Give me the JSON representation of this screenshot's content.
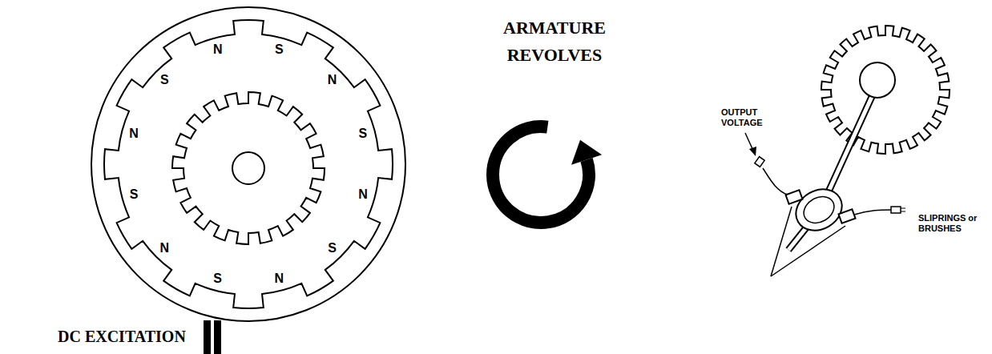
{
  "diagram": {
    "labels": [
      "N",
      "S",
      "S",
      "N",
      "N",
      "S",
      "S",
      "N",
      "N",
      "S",
      "S",
      "N",
      "ARMATURE REVOLVES",
      "OUTPUT VOLTAGE",
      "SLIPRINGS or BRUSHES",
      "DC EXCITATION"
    ]
  }
}
